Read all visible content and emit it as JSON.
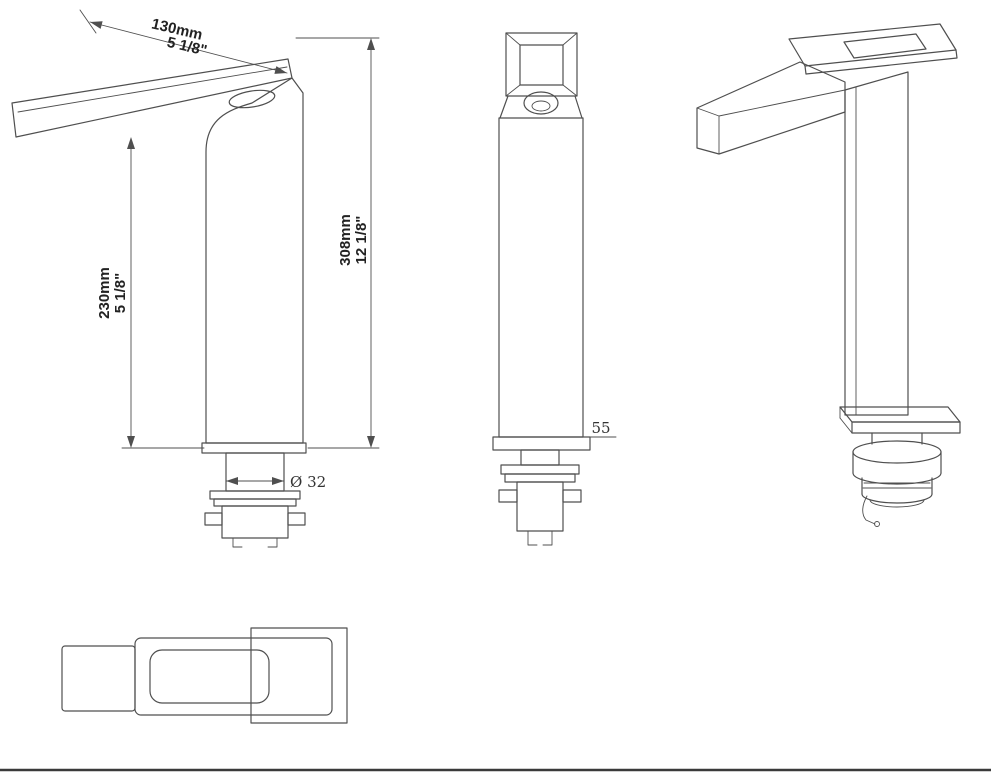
{
  "drawing": {
    "type": "faucet-dimension-drawing",
    "line_color": "#4f4f4f",
    "background": "#ffffff"
  },
  "labels": {
    "spout_reach_mm": "130mm",
    "spout_reach_in": "5 1/8\"",
    "spout_height_mm": "230mm",
    "spout_height_in": "5 1/8\"",
    "overall_height_mm": "308mm",
    "overall_height_in": "12 1/8\"",
    "hole_diameter": "Ø 32",
    "base_plate": "55"
  }
}
